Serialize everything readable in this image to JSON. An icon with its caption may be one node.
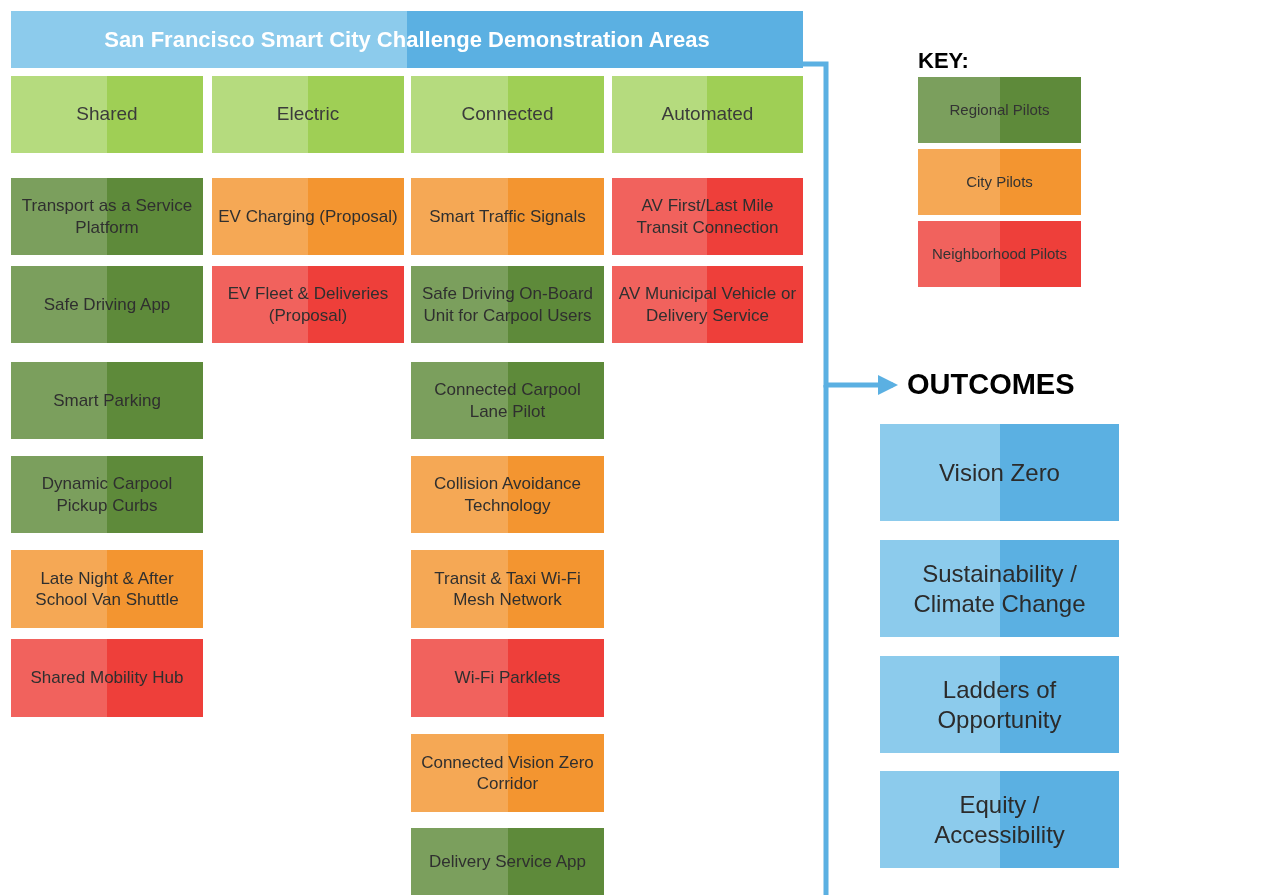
{
  "diagram": {
    "nodes": [
      {
        "text": [
          "San Francisco Smart City Challenge Demonstration Areas"
        ]
      },
      {
        "text": [
          "Shared"
        ]
      },
      {
        "text": [
          "Electric"
        ]
      },
      {
        "text": [
          "Connected"
        ]
      },
      {
        "text": [
          "Automated"
        ]
      },
      {
        "text": [
          "Transport as a Service Platform"
        ]
      },
      {
        "text": [
          "Safe Driving App"
        ]
      },
      {
        "text": [
          "Smart Parking"
        ]
      },
      {
        "text": [
          "Dynamic Carpool Pickup Curbs"
        ]
      },
      {
        "text": [
          "Late Night & After School Van Shuttle"
        ]
      },
      {
        "text": [
          "Shared Mobility Hub"
        ]
      },
      {
        "text": [
          "EV Charging (Proposal)"
        ]
      },
      {
        "text": [
          "EV Fleet & Deliveries (Proposal)"
        ]
      },
      {
        "text": [
          "Smart Traffic Signals"
        ]
      },
      {
        "text": [
          "Safe Driving On-Board Unit for Carpool Users"
        ]
      },
      {
        "text": [
          "Connected Carpool Lane Pilot"
        ]
      },
      {
        "text": [
          "Collision Avoidance Technology"
        ]
      },
      {
        "text": [
          "Transit & Taxi Wi-Fi Mesh Network"
        ]
      },
      {
        "text": [
          "Wi-Fi Parklets"
        ]
      },
      {
        "text": [
          "Connected Vision Zero Corridor"
        ]
      },
      {
        "text": [
          "Delivery Service App"
        ]
      },
      {
        "text": [
          "AV First/Last Mile Transit Connection"
        ]
      },
      {
        "text": [
          "AV Municipal Vehicle or Delivery Service"
        ]
      },
      {
        "text": [
          "OUTCOMES"
        ]
      },
      {
        "text": [
          "Vision Zero"
        ]
      },
      {
        "text": [
          "Sustainability / Climate Change"
        ]
      },
      {
        "text": [
          "Ladders of Opportunity"
        ]
      },
      {
        "text": [
          "Equity / Accessibility"
        ]
      }
    ],
    "edges": [
      {
        "from": 0,
        "to": 23,
        "arrow": "to"
      }
    ],
    "labels": [
      "KEY:"
    ],
    "legend": [
      {
        "text": "Regional Pilots",
        "color": "#5e8a3a"
      },
      {
        "text": "City Pilots",
        "color": "#f39530"
      },
      {
        "text": "Neighborhood Pilots",
        "color": "#ee3f3a"
      }
    ]
  }
}
